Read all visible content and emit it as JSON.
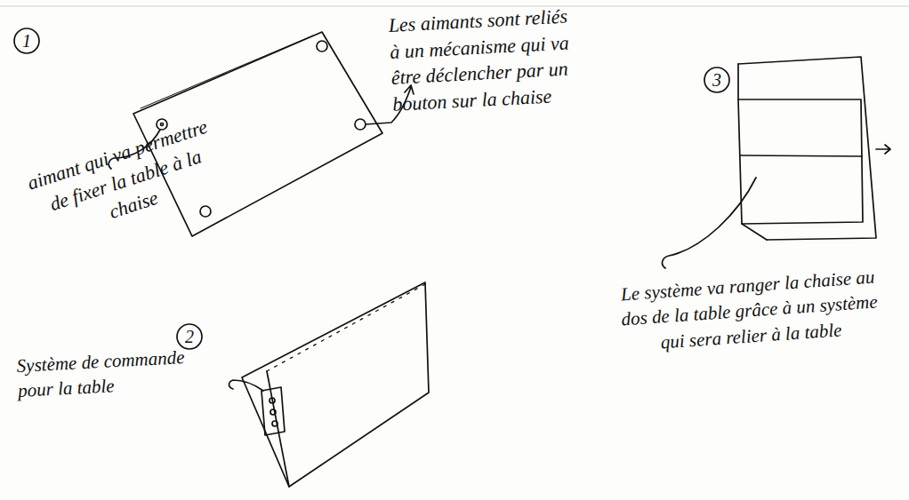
{
  "diagram": {
    "labels": [
      "1",
      "aimant qui va permettre de fixer la table à la chaise",
      "Les aimants sont reliés à un mécanisme qui va être déclencher par un bouton sur la chaise",
      "2",
      "Système de commande pour la table",
      "3",
      "Le système va ranger la chaise au dos de la table grâce à un système qui sera relier à la table"
    ]
  }
}
